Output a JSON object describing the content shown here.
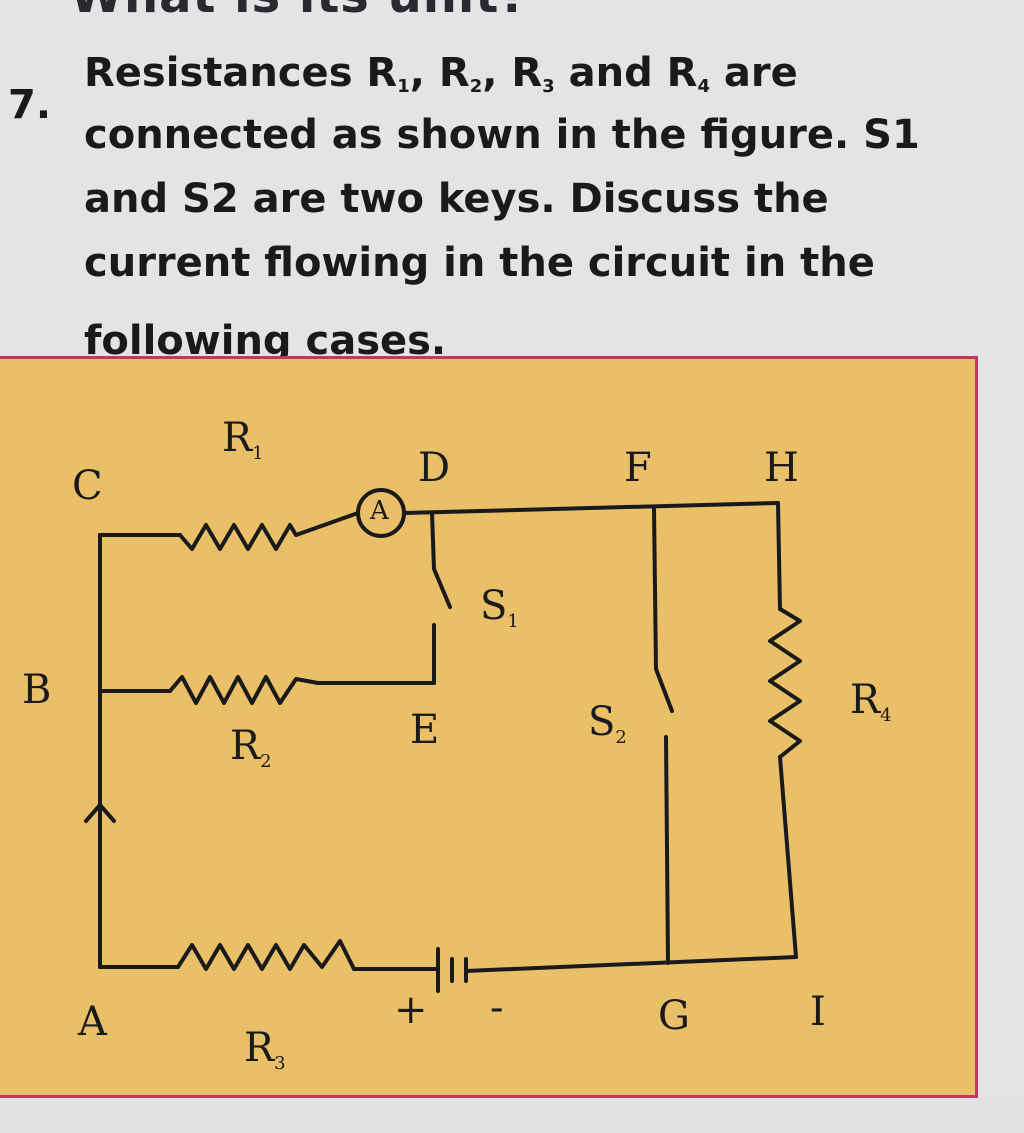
{
  "top_fragment": "What is its unit?",
  "question": {
    "number": "7.",
    "line1_prefix": "Resistances R",
    "line1_sub1": "1",
    "line1_mid1": ", R",
    "line1_sub2": "2",
    "line1_mid2": ", R",
    "line1_sub3": "3",
    "line1_mid3": " and R",
    "line1_sub4": "4",
    "line1_suffix": " are",
    "line2": "connected as shown in the figure. S1",
    "line3": "and S2 are two keys. Discuss the",
    "line4": "current flowing in the circuit in the",
    "line5": "following cases."
  },
  "figure": {
    "nodes": {
      "C": "C",
      "D": "D",
      "F": "F",
      "H": "H",
      "B": "B",
      "E": "E",
      "A": "A",
      "G": "G",
      "I": "I"
    },
    "resistors": {
      "r1": {
        "letter": "R",
        "sub": "1"
      },
      "r2": {
        "letter": "R",
        "sub": "2"
      },
      "r3": {
        "letter": "R",
        "sub": "3"
      },
      "r4": {
        "letter": "R",
        "sub": "4"
      }
    },
    "switches": {
      "s1": {
        "letter": "S",
        "sub": "1"
      },
      "s2": {
        "letter": "S",
        "sub": "2"
      }
    },
    "ammeter": "A",
    "battery_plus": "+",
    "battery_minus": "-",
    "colors": {
      "background": "#e9bf68",
      "border": "#c0376a",
      "wire": "#1a1a1d"
    }
  }
}
